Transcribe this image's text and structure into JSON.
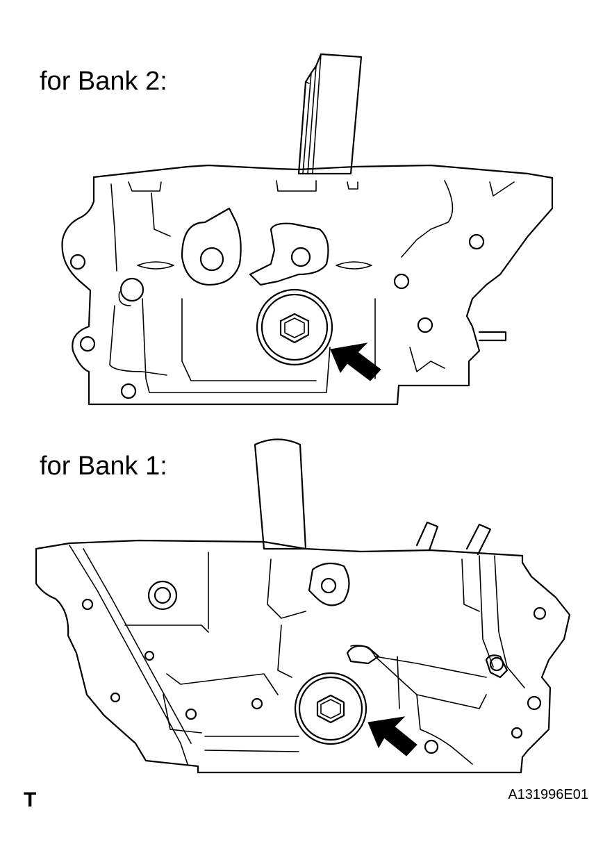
{
  "labels": {
    "bank2": "for Bank 2:",
    "bank1": "for Bank 1:"
  },
  "footer": {
    "corner_mark": "T",
    "figure_code": "A131996E01"
  },
  "icons": {
    "arrow": "arrow-pointer-icon",
    "plug": "hex-socket-plug-icon"
  }
}
